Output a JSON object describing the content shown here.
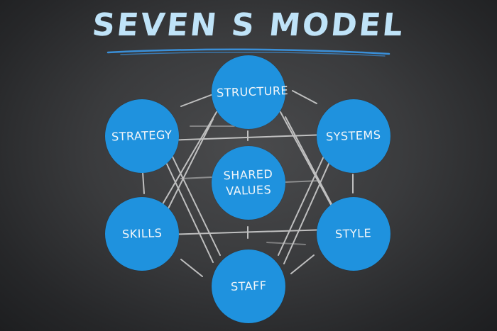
{
  "title": "Seven S Model",
  "nodes": {
    "structure": "Structure",
    "strategy": "Strategy",
    "systems": "Systems",
    "shared_values": "Shared\nValues",
    "skills": "Skills",
    "style": "Style",
    "staff": "Staff"
  },
  "colors": {
    "node_fill": "#1f92de",
    "title_text": "#bfe3f8",
    "title_underline": "#3a8fd8",
    "chalk": "#d6d6d6"
  }
}
